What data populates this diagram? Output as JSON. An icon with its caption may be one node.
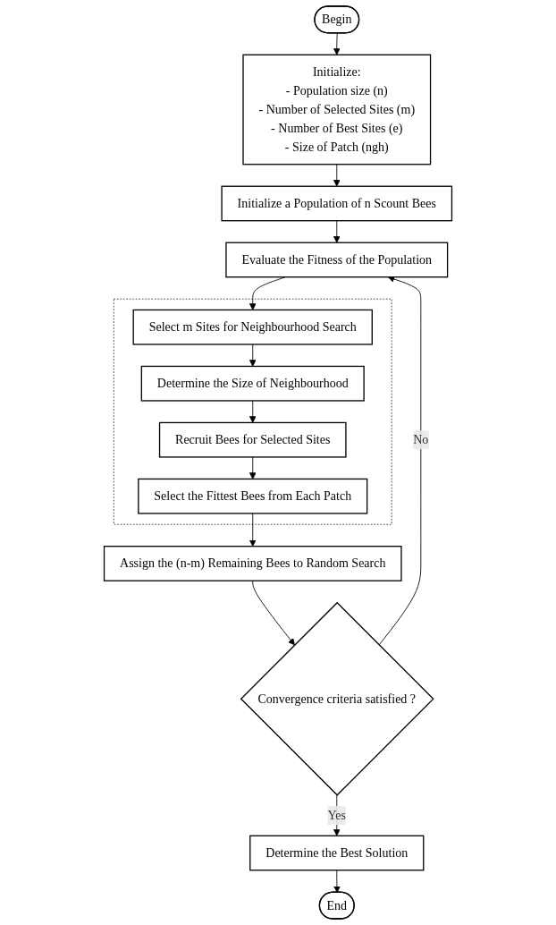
{
  "diagram": {
    "nodes": [
      {
        "text": [
          "Begin"
        ]
      },
      {
        "text": [
          "Initialize:",
          "- Population size (n)",
          "- Number of Selected Sites (m)",
          "- Number of  Best Sites (e)",
          "- Size of Patch (ngh)"
        ]
      },
      {
        "text": [
          "Initialize a Population of n Scount Bees"
        ]
      },
      {
        "text": [
          "Evaluate the Fitness of the Population"
        ]
      },
      {
        "text": [],
        "shape": "box"
      },
      {
        "text": [
          "Select m Sites for Neighbourhood Search"
        ],
        "in": 4
      },
      {
        "text": [
          "Determine the Size of Neighbourhood"
        ],
        "in": 4
      },
      {
        "text": [
          "Recruit Bees for Selected Sites"
        ],
        "in": 4
      },
      {
        "text": [
          "Select the Fittest Bees from Each Patch"
        ],
        "in": 4
      },
      {
        "text": [
          "Assign the (n-m) Remaining Bees to Random Search"
        ]
      },
      {
        "text": [
          "Convergence criteria satisfied ?"
        ]
      },
      {
        "text": [
          "Determine the Best Solution"
        ]
      },
      {
        "text": [
          "End"
        ]
      }
    ],
    "edges": [
      {
        "from": 0,
        "to": 1,
        "arrow": "to"
      },
      {
        "from": 1,
        "to": 2,
        "arrow": "to"
      },
      {
        "from": 2,
        "to": 3,
        "arrow": "to"
      },
      {
        "from": 3,
        "to": 5,
        "arrow": "to"
      },
      {
        "from": 5,
        "to": 6,
        "arrow": "to"
      },
      {
        "from": 6,
        "to": 7,
        "arrow": "to"
      },
      {
        "from": 7,
        "to": 8,
        "arrow": "to"
      },
      {
        "from": 8,
        "to": 9,
        "arrow": "to"
      },
      {
        "from": 9,
        "to": 10,
        "arrow": "to"
      },
      {
        "from": 10,
        "to": 3,
        "label": "No",
        "arrow": "to"
      },
      {
        "from": 10,
        "to": 11,
        "label": "Yes",
        "arrow": "to"
      },
      {
        "from": 11,
        "to": 12,
        "arrow": "to"
      }
    ]
  }
}
